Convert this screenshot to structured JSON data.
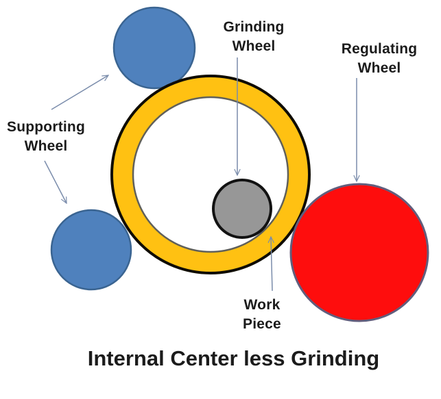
{
  "title": "Internal Center less Grinding",
  "labels": {
    "supporting_wheel": {
      "line1": "Supporting",
      "line2": "Wheel"
    },
    "grinding_wheel": {
      "line1": "Grinding",
      "line2": "Wheel"
    },
    "regulating_wheel": {
      "line1": "Regulating",
      "line2": "Wheel"
    },
    "work_piece": {
      "line1": "Work",
      "line2": "Piece"
    }
  },
  "colors": {
    "supporting_wheel_fill": "#4F81BD",
    "supporting_wheel_stroke": "#3A6491",
    "work_piece_ring_fill": "#FFC112",
    "work_piece_outer_stroke": "#0F0C03",
    "work_piece_inner_stroke": "#60605A",
    "work_piece_inner_fill": "#FFFFFF",
    "grinding_wheel_fill": "#979797",
    "grinding_wheel_stroke": "#121212",
    "regulating_wheel_fill": "#FE0D0D",
    "regulating_wheel_stroke": "#615E7D",
    "arrow": "#7A8CAB",
    "background": "#FFFFFF",
    "text": "#1B1B1B"
  }
}
